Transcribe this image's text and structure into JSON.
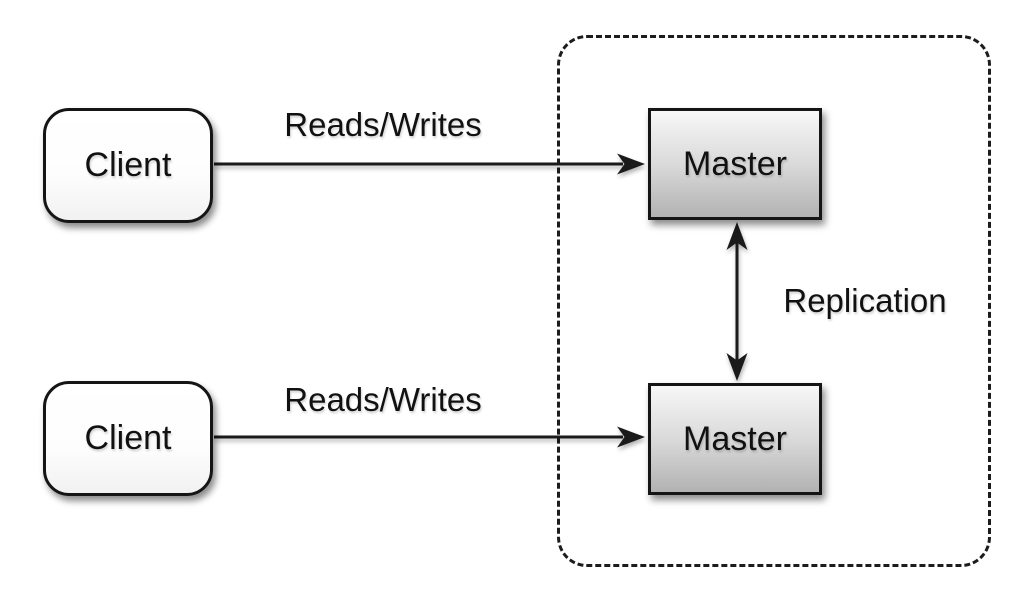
{
  "diagram": {
    "background": "#ffffff",
    "colors": {
      "stroke": "#1a1a1a",
      "text": "#111111",
      "client_fill": "#ffffff",
      "master_fill_top": "#f7f7f7",
      "master_fill_bottom": "#b2b2b2"
    },
    "nodes": {
      "client_top": {
        "label": "Client",
        "shape": "rounded-rectangle"
      },
      "client_bottom": {
        "label": "Client",
        "shape": "rounded-rectangle"
      },
      "master_top": {
        "label": "Master",
        "shape": "rectangle"
      },
      "master_bottom": {
        "label": "Master",
        "shape": "rectangle"
      }
    },
    "edges": {
      "reads_writes_top": {
        "label": "Reads/Writes",
        "from": "client_top",
        "to": "master_top",
        "direction": "one-way"
      },
      "reads_writes_bottom": {
        "label": "Reads/Writes",
        "from": "client_bottom",
        "to": "master_bottom",
        "direction": "one-way"
      },
      "replication": {
        "label": "Replication",
        "from": "master_top",
        "to": "master_bottom",
        "direction": "two-way"
      }
    },
    "cluster": {
      "contains": [
        "master_top",
        "master_bottom"
      ],
      "border_style": "dashed"
    }
  }
}
